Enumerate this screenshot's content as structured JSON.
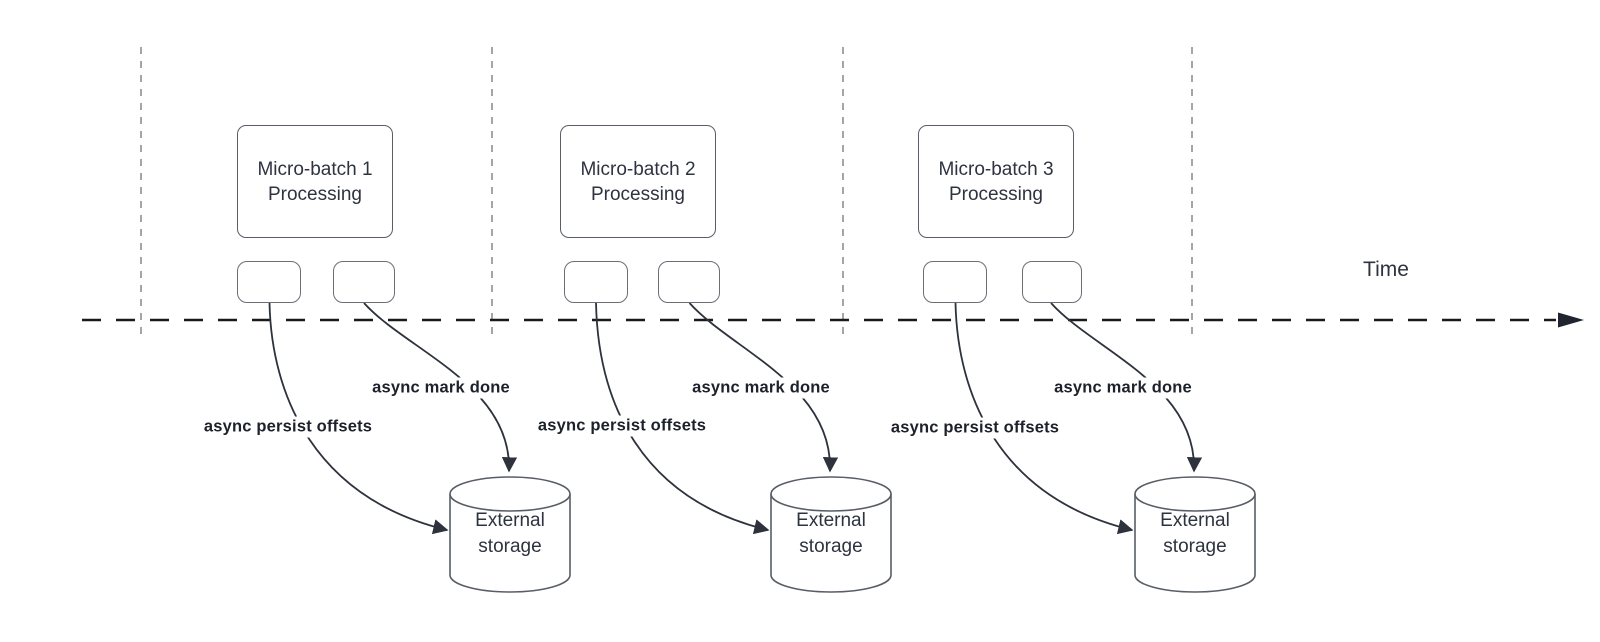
{
  "diagram": {
    "time_label": "Time",
    "batches": [
      {
        "title": "Micro-batch 1\nProcessing",
        "persist_label": "async persist offsets",
        "mark_done_label": "async mark done",
        "storage_label": "External\nstorage"
      },
      {
        "title": "Micro-batch 2\nProcessing",
        "persist_label": "async persist offsets",
        "mark_done_label": "async mark done",
        "storage_label": "External\nstorage"
      },
      {
        "title": "Micro-batch 3\nProcessing",
        "persist_label": "async persist offsets",
        "mark_done_label": "async mark done",
        "storage_label": "External\nstorage"
      }
    ],
    "colors": {
      "background": "#ffffff",
      "shape_border": "#585d66",
      "axis_line": "#1a1a1a",
      "divider_line": "#a2a6ac",
      "arrow_stroke": "#2d323c",
      "bold_label_text": "#1d212b",
      "shape_text": "#2e3340"
    }
  }
}
